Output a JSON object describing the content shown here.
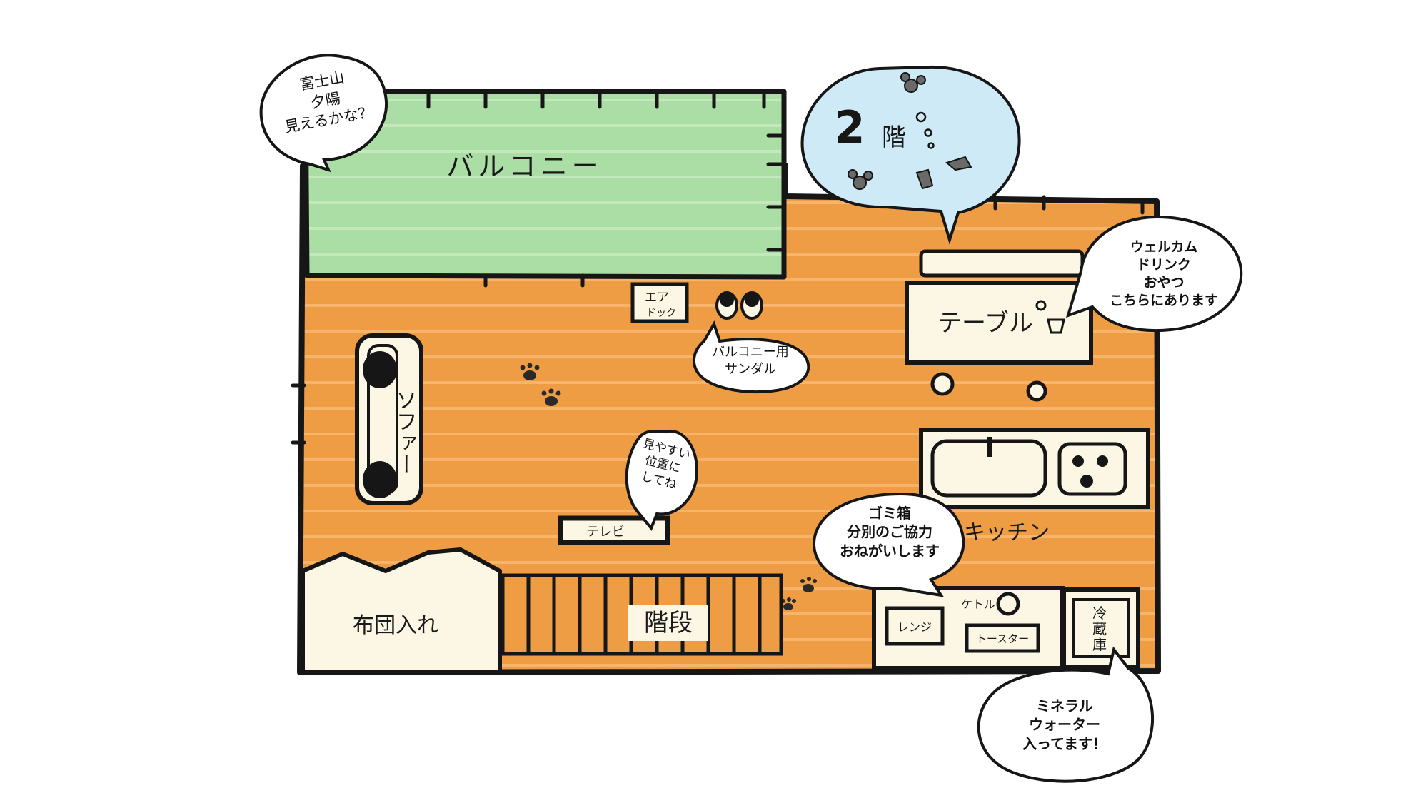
{
  "colors": {
    "floor": "#ef9d45",
    "floor_line": "#f6b56a",
    "balcony": "#abdea4",
    "balcony_line": "#c2e8bc",
    "fixture": "#fcf7e4",
    "outline": "#161616",
    "sky_bubble": "#cdeaf6",
    "white_bubble": "#ffffff"
  },
  "floor_label": {
    "number": "2",
    "kanji": "階"
  },
  "rooms": {
    "balcony": "バルコニー",
    "sofa": "ソファー",
    "table": "テーブル",
    "kitchen": "キッチン",
    "stairs": "階段",
    "futon_storage": "布団入れ",
    "tv": "テレビ",
    "air_dock": [
      "エア",
      "ドック"
    ],
    "microwave": "レンジ",
    "kettle": "ケトル",
    "toaster": "トースター",
    "fridge": [
      "冷",
      "蔵",
      "庫"
    ]
  },
  "notes": {
    "fuji": [
      "富士山",
      "夕陽",
      "見えるかな？"
    ],
    "sandals": [
      "バルコニー用",
      "サンダル"
    ],
    "tv_position": [
      "見やすい",
      "位置に",
      "してね"
    ],
    "welcome": [
      "ウェルカム",
      "ドリンク",
      "おやつ",
      "こちらにあります"
    ],
    "trash": [
      "ゴミ箱",
      "分別のご協力",
      "おねがいします"
    ],
    "water": [
      "ミネラル",
      "ウォーター",
      "入ってます！"
    ]
  },
  "icons": [
    "flower-icon",
    "bird-icon",
    "paw-print-icon",
    "slipper-icon",
    "cup-icon",
    "sink-icon",
    "stove-icon"
  ]
}
